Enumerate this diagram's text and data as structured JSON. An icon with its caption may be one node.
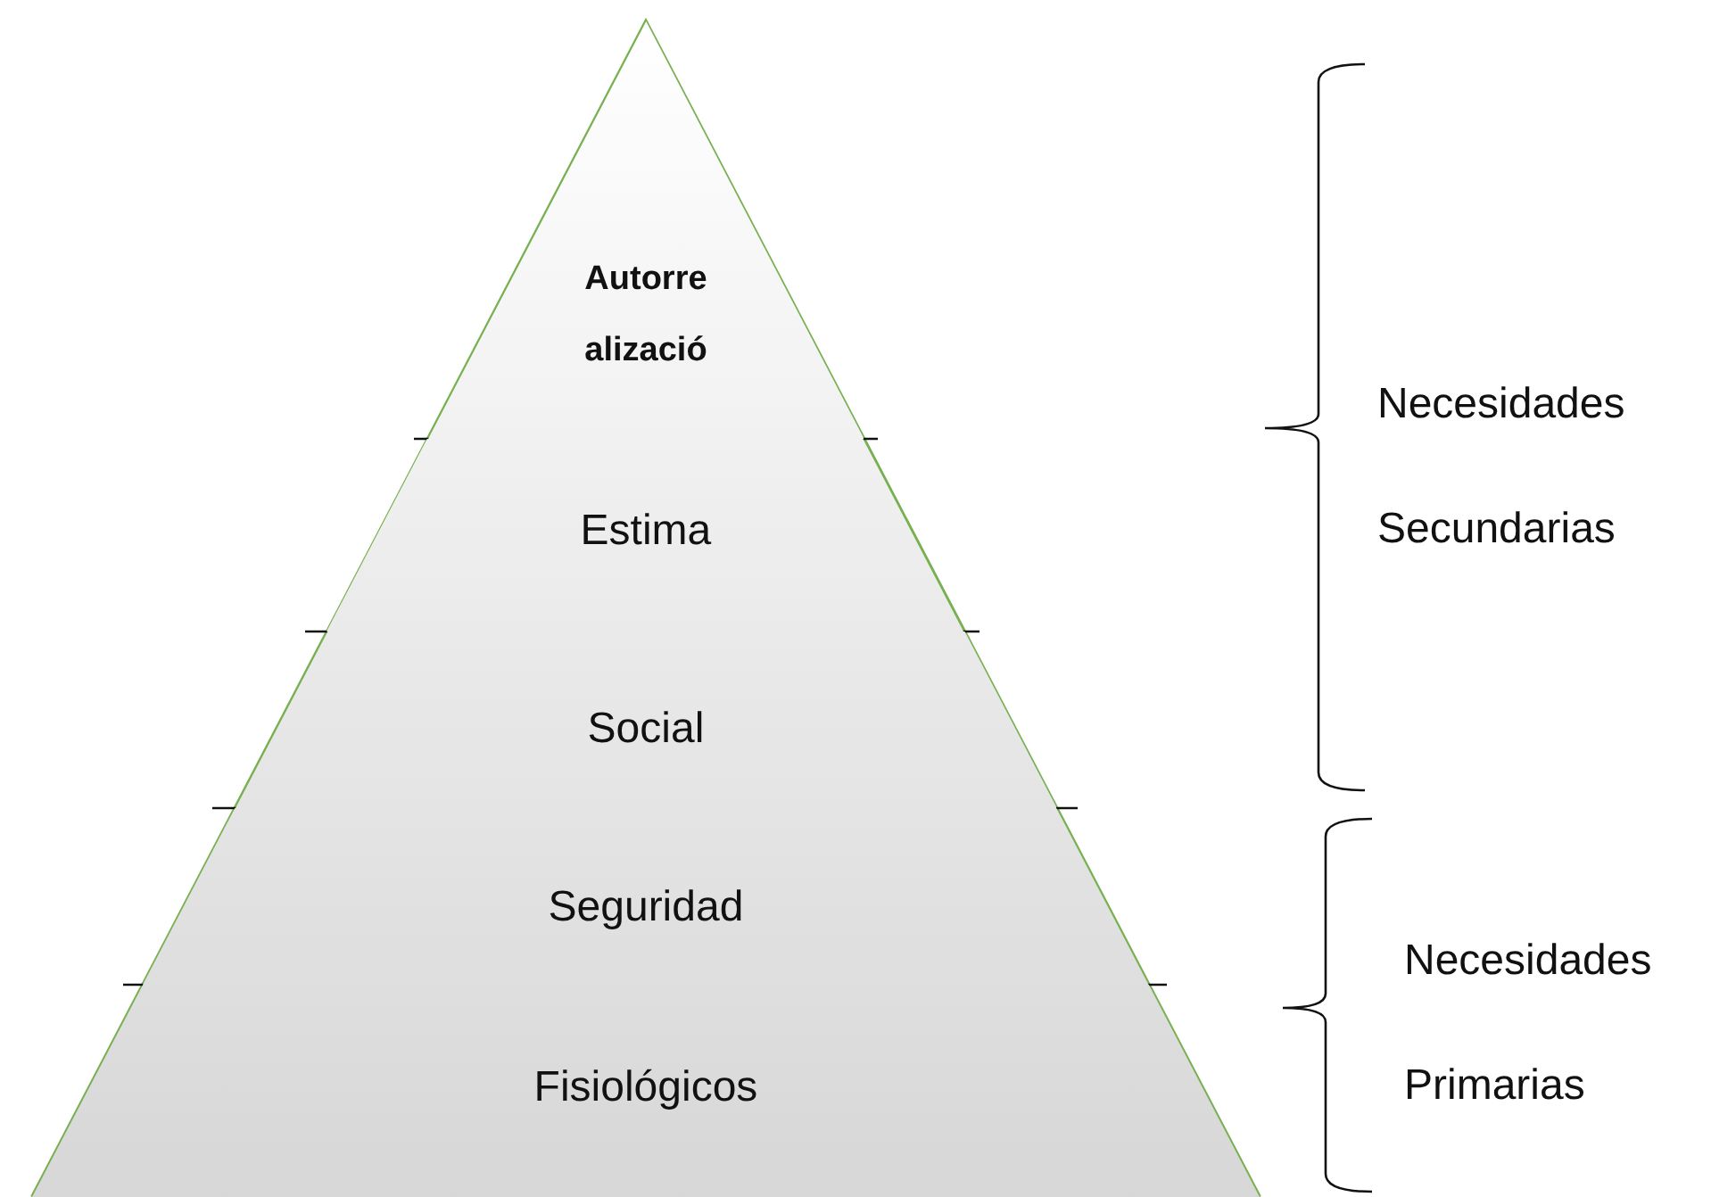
{
  "diagram": {
    "nodes": [
      {
        "text": [
          "Autorre alizació"
        ]
      },
      {
        "text": [
          "Estima"
        ]
      },
      {
        "text": [
          "Social"
        ]
      },
      {
        "text": [
          "Seguridad"
        ]
      },
      {
        "text": [
          "Fisiológicos"
        ]
      }
    ],
    "labels": [
      "Necesidades Secundarias",
      "Necesidades Primarias"
    ]
  }
}
